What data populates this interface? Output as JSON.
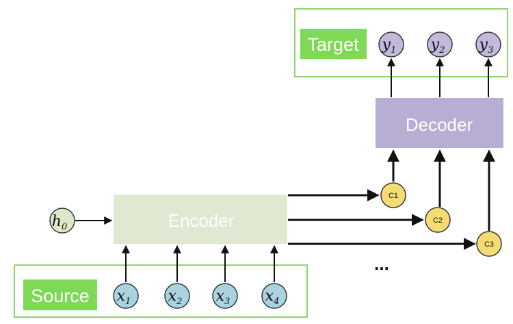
{
  "labels": {
    "source": "Source",
    "target": "Target",
    "encoder": "Encoder",
    "decoder": "Decoder",
    "ellipsis": "..."
  },
  "nodes": {
    "h0": {
      "base": "h",
      "sub": "0"
    },
    "x1": {
      "base": "x",
      "sub": "1"
    },
    "x2": {
      "base": "x",
      "sub": "2"
    },
    "x3": {
      "base": "x",
      "sub": "3"
    },
    "x4": {
      "base": "x",
      "sub": "4"
    },
    "y1": {
      "base": "y",
      "sub": "1"
    },
    "y2": {
      "base": "y",
      "sub": "2"
    },
    "y3": {
      "base": "y",
      "sub": "3"
    },
    "c1": "C1",
    "c2": "C2",
    "c3": "C3"
  },
  "colors": {
    "label_bg": "#7ed957",
    "frame": "#8fd46a",
    "encoder": "#dfe8d0",
    "decoder": "#b8aed3",
    "x_node": "#a9d3df",
    "y_node": "#c3b9da",
    "h_node": "#dde8c8",
    "c_node": "#f5dc72",
    "arrow": "#111111"
  }
}
